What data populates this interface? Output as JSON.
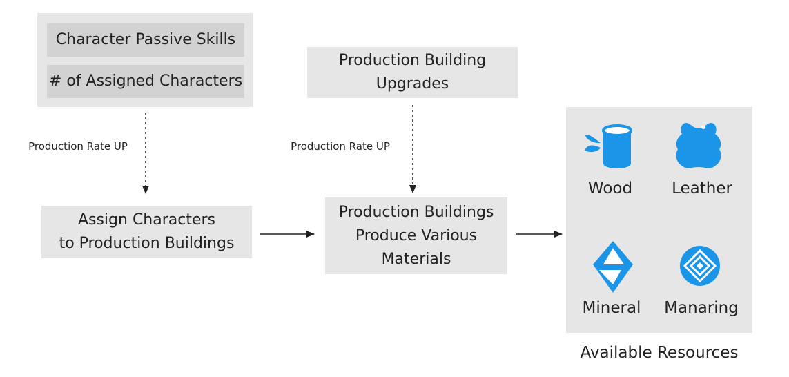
{
  "inputs": {
    "passive_skills": "Character Passive Skills",
    "assigned_characters": "# of Assigned Characters"
  },
  "upgrades": {
    "line1": "Production Building",
    "line2": "Upgrades"
  },
  "rate_label_left": "Production Rate UP",
  "rate_label_mid": "Production Rate UP",
  "assign": {
    "line1": "Assign Characters",
    "line2": "to Production Buildings"
  },
  "produce": {
    "line1": "Production Buildings",
    "line2": "Produce Various",
    "line3": "Materials"
  },
  "resources": {
    "caption": "Available Resources",
    "accent": "#1b95e8",
    "items": [
      {
        "label": "Wood",
        "icon": "wood-icon"
      },
      {
        "label": "Leather",
        "icon": "leather-icon"
      },
      {
        "label": "Mineral",
        "icon": "mineral-icon"
      },
      {
        "label": "Manaring",
        "icon": "manaring-icon"
      }
    ]
  }
}
